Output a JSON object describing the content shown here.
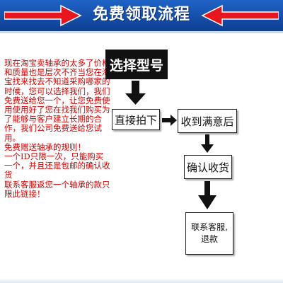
{
  "banner": {
    "title": "免费领取流程",
    "bg_color": "#1b56b5",
    "arrow_color": "#e8161f",
    "left_arrow_icon": "arrow-right-icon",
    "right_arrow_icon": "arrow-left-icon"
  },
  "description": {
    "color": "#d40000",
    "lines": [
      "现在淘宝卖轴承的太多了价格和质量也是层次不齐当您在淘宝找来找去不知道采购哪家的时候，您可以选择我们，我们免费送给您一个，让您免费使用使用好了您在找我们购买为了能够与客户建立长期的合作，我们公司免费送给您试用。",
      "免费赠送轴承的规则！",
      "一个ID只限一次，只能购买一个，并且还是包邮的确认收货",
      "联系客服返您一个轴承的款只限此链接！"
    ]
  },
  "flow": {
    "step_select": "选择型号",
    "step_order": "直接拍下",
    "step_receive": "收到满意后",
    "step_confirm": "确认收货",
    "step_contact_line1": "联系客服,",
    "step_contact_line2": "退款"
  }
}
